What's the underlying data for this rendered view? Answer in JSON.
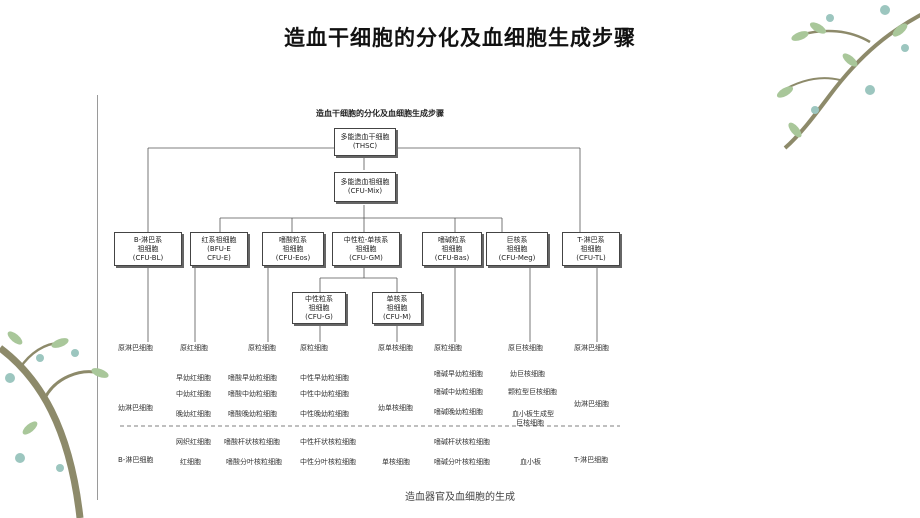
{
  "slide": {
    "title": "造血干细胞的分化及血细胞生成步骤",
    "footer": "造血器官及血细胞的生成"
  },
  "diagram": {
    "title": "造血干细胞的分化及血细胞生成步骤",
    "root": {
      "line1": "多能造血干细胞",
      "line2": "(THSC)"
    },
    "mix": {
      "line1": "多能造血祖细胞",
      "line2": "(CFU-Mix)"
    },
    "progenitors": [
      {
        "line1": "B-淋巴系",
        "line2": "祖细胞",
        "line3": "(CFU-BL)"
      },
      {
        "line1": "红系祖细胞",
        "line2": "(BFU-E",
        "line3": "CFU-E)"
      },
      {
        "line1": "嗜酸粒系",
        "line2": "祖细胞",
        "line3": "(CFU-Eos)"
      },
      {
        "line1": "中性粒-单核系",
        "line2": "祖细胞",
        "line3": "(CFU-GM)"
      },
      {
        "line1": "嗜碱粒系",
        "line2": "祖细胞",
        "line3": "(CFU-Bas)"
      },
      {
        "line1": "巨核系",
        "line2": "祖细胞",
        "line3": "(CFU-Meg)"
      },
      {
        "line1": "T-淋巴系",
        "line2": "祖细胞",
        "line3": "(CFU-TL)"
      }
    ],
    "gm_children": [
      {
        "line1": "中性粒系",
        "line2": "祖细胞",
        "line3": "(CFU-G)"
      },
      {
        "line1": "单核系",
        "line2": "祖细胞",
        "line3": "(CFU-M)"
      }
    ],
    "columns": [
      {
        "stages": [
          "原淋巴细胞",
          "幼淋巴细胞",
          "B-淋巴细胞"
        ]
      },
      {
        "stages": [
          "原红细胞",
          "早幼红细胞",
          "中幼红细胞",
          "晚幼红细胞",
          "网织红细胞",
          "红细胞"
        ]
      },
      {
        "stages": [
          "原粒细胞",
          "嗜酸早幼粒细胞",
          "嗜酸中幼粒细胞",
          "嗜酸晚幼粒细胞",
          "嗜酸杆状核粒细胞",
          "嗜酸分叶核粒细胞"
        ]
      },
      {
        "stages": [
          "原粒细胞",
          "中性早幼粒细胞",
          "中性中幼粒细胞",
          "中性晚幼粒细胞",
          "中性杆状核粒细胞",
          "中性分叶核粒细胞"
        ]
      },
      {
        "stages": [
          "原单核细胞",
          "幼单核细胞",
          "单核细胞"
        ]
      },
      {
        "stages": [
          "原粒细胞",
          "嗜碱早幼粒细胞",
          "嗜碱中幼粒细胞",
          "嗜碱晚幼粒细胞",
          "嗜碱杆状核粒细胞",
          "嗜碱分叶核粒细胞"
        ]
      },
      {
        "stages": [
          "原巨核细胞",
          "幼巨核细胞",
          "颗粒型巨核细胞",
          "血小板生成型",
          "巨核细胞",
          "血小板"
        ]
      },
      {
        "stages": [
          "原淋巴细胞",
          "幼淋巴细胞",
          "T-淋巴细胞"
        ]
      }
    ]
  },
  "colors": {
    "branch": "#8d8a6a",
    "leaf": "#a9c79a",
    "flower": "#9cc6bf",
    "line": "#555555"
  }
}
